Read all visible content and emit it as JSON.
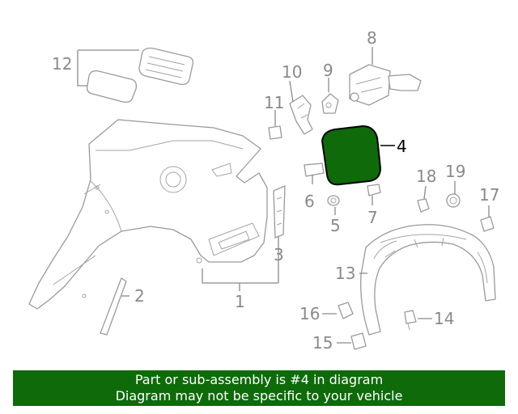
{
  "callouts": {
    "c1": "1",
    "c2": "2",
    "c3": "3",
    "c4": "4",
    "c5": "5",
    "c6": "6",
    "c7": "7",
    "c8": "8",
    "c9": "9",
    "c10": "10",
    "c11": "11",
    "c12": "12",
    "c13": "13",
    "c14": "14",
    "c15": "15",
    "c16": "16",
    "c17": "17",
    "c18": "18",
    "c19": "19"
  },
  "highlight": {
    "part_number": "4",
    "color": "#0f6a0a",
    "line_color": "#000000"
  },
  "colors": {
    "linework": "#9a9a9a",
    "callout_text": "#8a8a8a"
  },
  "banner": {
    "line1": "Part or sub-assembly is #4 in diagram",
    "line2": "Diagram may not be specific to your vehicle",
    "background": "#0f6a0a"
  }
}
